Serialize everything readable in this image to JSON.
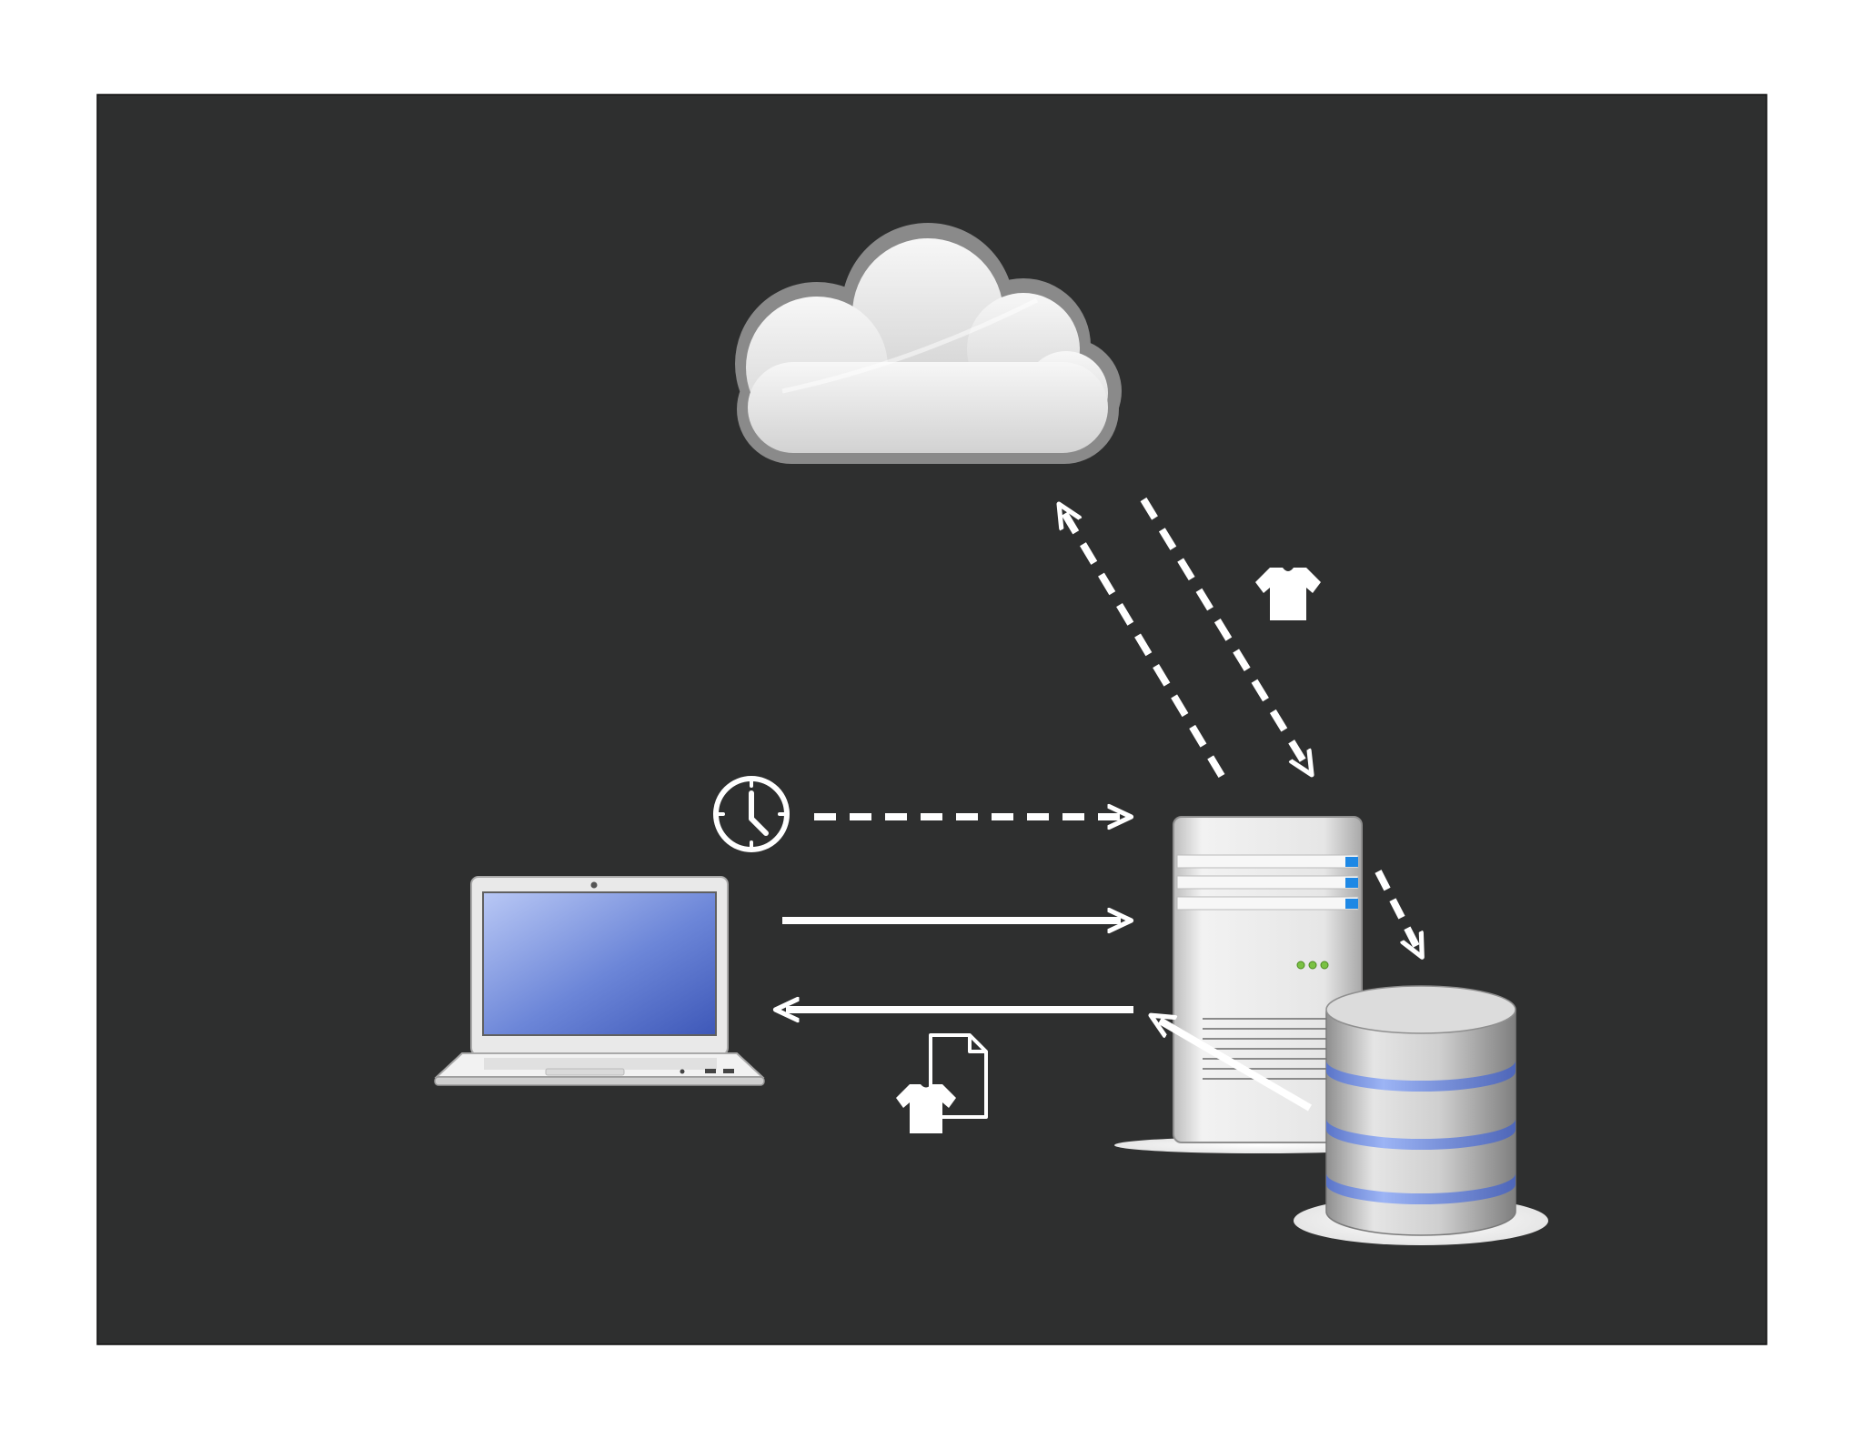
{
  "diagram": {
    "nodes": [
      {
        "id": "cloud",
        "icon": "cloud-icon"
      },
      {
        "id": "laptop",
        "icon": "laptop-icon"
      },
      {
        "id": "server",
        "icon": "server-icon"
      },
      {
        "id": "database",
        "icon": "database-icon"
      }
    ],
    "edges": [
      {
        "from": "laptop",
        "to": "server",
        "style": "dashed",
        "icon": "clock-icon"
      },
      {
        "from": "laptop",
        "to": "server",
        "style": "solid"
      },
      {
        "from": "server",
        "to": "laptop",
        "style": "solid",
        "icon": "tshirt-document-icon"
      },
      {
        "from": "server",
        "to": "cloud",
        "style": "dashed"
      },
      {
        "from": "cloud",
        "to": "server",
        "style": "dashed",
        "icon": "tshirt-icon"
      },
      {
        "from": "server",
        "to": "database",
        "style": "dashed"
      },
      {
        "from": "database",
        "to": "server",
        "style": "solid"
      }
    ]
  },
  "colors": {
    "page": "#ffffff",
    "panel": "#2e2f2f",
    "arrow": "#ffffff",
    "screen": "#4a66c4",
    "db_band": "#6f8fe0",
    "server_accent": "#1e88e5",
    "led": "#7ac143"
  }
}
